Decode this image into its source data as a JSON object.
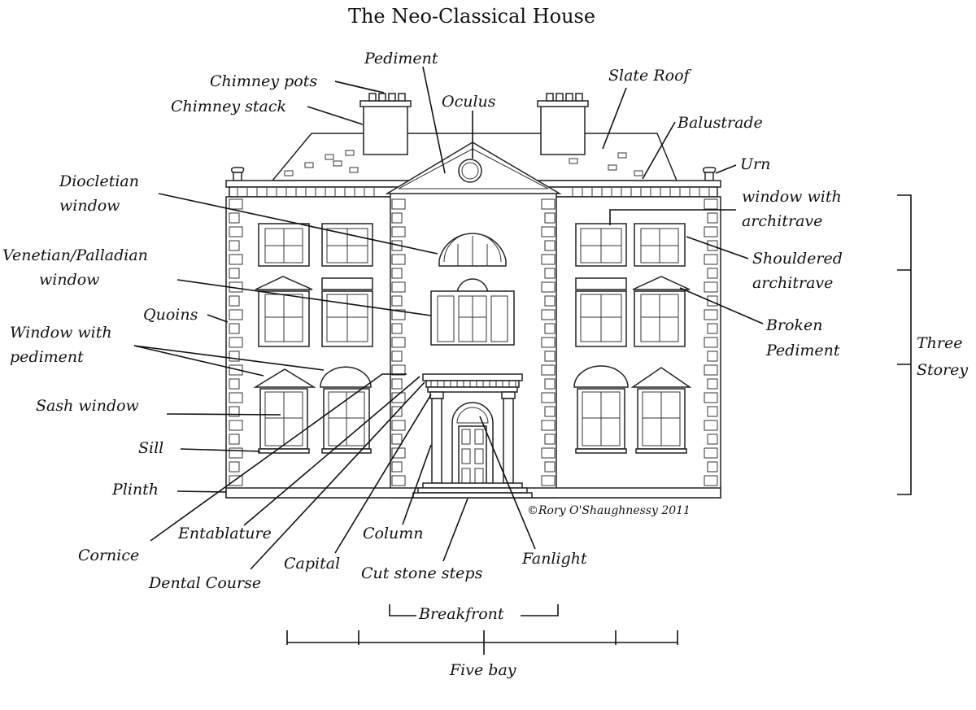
{
  "title": "The Neo-Classical House",
  "credit": "©Rory O'Shaughnessy 2011",
  "labels": {
    "pediment": "Pediment",
    "chimney_pots": "Chimney pots",
    "chimney_stack": "Chimney stack",
    "oculus": "Oculus",
    "slate_roof": "Slate Roof",
    "balustrade": "Balustrade",
    "urn": "Urn",
    "diocletian_1": "Diocletian",
    "diocletian_2": "window",
    "window_architrave_1": "window with",
    "window_architrave_2": "architrave",
    "venetian_1": "Venetian/Palladian",
    "venetian_2": "window",
    "shouldered_1": "Shouldered",
    "shouldered_2": "architrave",
    "quoins": "Quoins",
    "window_pediment_1": "Window with",
    "window_pediment_2": "pediment",
    "broken_1": "Broken",
    "broken_2": "Pediment",
    "three_1": "Three",
    "three_2": "Storey",
    "sash_window": "Sash window",
    "sill": "Sill",
    "plinth": "Plinth",
    "cornice": "Cornice",
    "entablature": "Entablature",
    "dental_course": "Dental Course",
    "capital": "Capital",
    "column": "Column",
    "cut_stone_steps": "Cut stone steps",
    "fanlight": "Fanlight",
    "breakfront": "Breakfront",
    "five_bay": "Five bay"
  }
}
